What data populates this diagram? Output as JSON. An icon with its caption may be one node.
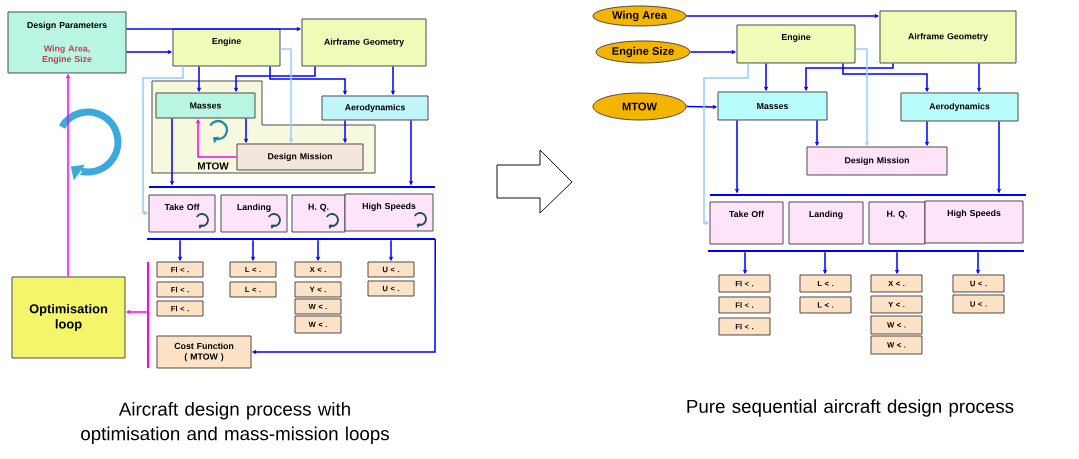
{
  "diagram": {
    "nodes": [
      {
        "text": [
          "Design Parameters",
          "Wing Area, Engine Size"
        ]
      },
      {
        "text": [
          "Engine"
        ]
      },
      {
        "text": [
          "Airframe Geometry"
        ]
      },
      {
        "text": [],
        "shape": "box"
      },
      {
        "text": [
          "Masses"
        ],
        "in": 3
      },
      {
        "text": [
          "Aerodynamics"
        ]
      },
      {
        "text": [
          "Design Mission"
        ],
        "in": 3
      },
      {
        "text": [
          "Take Off"
        ]
      },
      {
        "text": [
          "Landing"
        ]
      },
      {
        "text": [
          "H. Q."
        ]
      },
      {
        "text": [
          "High Speeds"
        ]
      },
      {
        "text": [],
        "shape": "bar"
      },
      {
        "text": [],
        "shape": "bar"
      },
      {
        "text": [
          "Fl < ."
        ]
      },
      {
        "text": [
          "Fl < ."
        ]
      },
      {
        "text": [
          "Fl < ."
        ]
      },
      {
        "text": [
          "L < ."
        ]
      },
      {
        "text": [
          "L < ."
        ]
      },
      {
        "text": [
          "X < ."
        ]
      },
      {
        "text": [
          "Y < ."
        ]
      },
      {
        "text": [
          "W < ."
        ]
      },
      {
        "text": [
          "W < ."
        ]
      },
      {
        "text": [
          "U < ."
        ]
      },
      {
        "text": [
          "U < ."
        ]
      },
      {
        "text": [
          "Cost Function ( MTOW )"
        ]
      },
      {
        "text": [],
        "shape": "bar"
      },
      {
        "text": [
          "Optimisation loop"
        ]
      },
      {
        "text": [
          "Wing Area"
        ]
      },
      {
        "text": [
          "Engine Size"
        ]
      },
      {
        "text": [
          "MTOW"
        ]
      },
      {
        "text": [
          "Engine"
        ]
      },
      {
        "text": [
          "Airframe Geometry"
        ]
      },
      {
        "text": [
          "Masses"
        ]
      },
      {
        "text": [
          "Aerodynamics"
        ]
      },
      {
        "text": [
          "Design Mission"
        ]
      },
      {
        "text": [],
        "shape": "bar"
      },
      {
        "text": [
          "Take Off"
        ]
      },
      {
        "text": [
          "Landing"
        ]
      },
      {
        "text": [
          "H. Q."
        ]
      },
      {
        "text": [
          "High Speeds"
        ]
      },
      {
        "text": [],
        "shape": "bar"
      },
      {
        "text": [
          "Fl < ."
        ]
      },
      {
        "text": [
          "Fl < ."
        ]
      },
      {
        "text": [
          "Fl < ."
        ]
      },
      {
        "text": [
          "L < ."
        ]
      },
      {
        "text": [
          "L < ."
        ]
      },
      {
        "text": [
          "X < ."
        ]
      },
      {
        "text": [
          "Y < ."
        ]
      },
      {
        "text": [
          "W < ."
        ]
      },
      {
        "text": [
          "W < ."
        ]
      },
      {
        "text": [
          "U < ."
        ]
      },
      {
        "text": [
          "U < ."
        ]
      }
    ],
    "edges": [
      {
        "from": 0,
        "to": 2,
        "arrow": "to"
      },
      {
        "from": 0,
        "to": 1,
        "arrow": "to"
      },
      {
        "from": 1,
        "to": 4,
        "arrow": "to"
      },
      {
        "from": 2,
        "to": 4,
        "arrow": "to"
      },
      {
        "from": 1,
        "to": 5,
        "arrow": "to"
      },
      {
        "from": 2,
        "to": 5,
        "arrow": "to"
      },
      {
        "from": 1,
        "to": 7,
        "arrow": "to",
        "color": "#99ccff"
      },
      {
        "from": 1,
        "to": 6,
        "arrow": "to",
        "color": "#99ccff"
      },
      {
        "from": 4,
        "to": 6,
        "arrow": "to"
      },
      {
        "from": 5,
        "to": 6,
        "arrow": "to"
      },
      {
        "from": 6,
        "to": 4,
        "arrow": "to",
        "label": "MTOW",
        "color": "#ff00ff"
      },
      {
        "from": 4,
        "to": 11,
        "arrow": "to"
      },
      {
        "from": 5,
        "to": 11,
        "arrow": "to"
      },
      {
        "from": 12,
        "to": 13,
        "arrow": "to"
      },
      {
        "from": 12,
        "to": 16,
        "arrow": "to"
      },
      {
        "from": 12,
        "to": 18,
        "arrow": "to"
      },
      {
        "from": 12,
        "to": 22,
        "arrow": "to"
      },
      {
        "from": 12,
        "to": 24,
        "arrow": "to"
      },
      {
        "from": 25,
        "to": 26,
        "arrow": "to",
        "color": "#ff00ff"
      },
      {
        "from": 26,
        "to": 0,
        "arrow": "to",
        "color": "#ff00ff"
      },
      {
        "from": 27,
        "to": 31,
        "arrow": "to"
      },
      {
        "from": 28,
        "to": 30,
        "arrow": "to"
      },
      {
        "from": 29,
        "to": 32,
        "arrow": "to"
      },
      {
        "from": 30,
        "to": 32,
        "arrow": "to"
      },
      {
        "from": 31,
        "to": 32,
        "arrow": "to"
      },
      {
        "from": 30,
        "to": 33,
        "arrow": "to"
      },
      {
        "from": 31,
        "to": 33,
        "arrow": "to"
      },
      {
        "from": 30,
        "to": 36,
        "arrow": "to",
        "color": "#99ccff"
      },
      {
        "from": 30,
        "to": 34,
        "arrow": "to",
        "color": "#99ccff"
      },
      {
        "from": 32,
        "to": 34,
        "arrow": "to"
      },
      {
        "from": 33,
        "to": 34,
        "arrow": "to"
      },
      {
        "from": 32,
        "to": 35,
        "arrow": "to"
      },
      {
        "from": 33,
        "to": 35,
        "arrow": "to"
      },
      {
        "from": 40,
        "to": 41,
        "arrow": "to"
      },
      {
        "from": 40,
        "to": 44,
        "arrow": "to"
      },
      {
        "from": 40,
        "to": 46,
        "arrow": "to"
      },
      {
        "from": 40,
        "to": 50,
        "arrow": "to"
      }
    ],
    "labels": [
      "Aircraft design process with optimisation and mass-mission loops",
      "Pure sequential aircraft design process"
    ]
  }
}
